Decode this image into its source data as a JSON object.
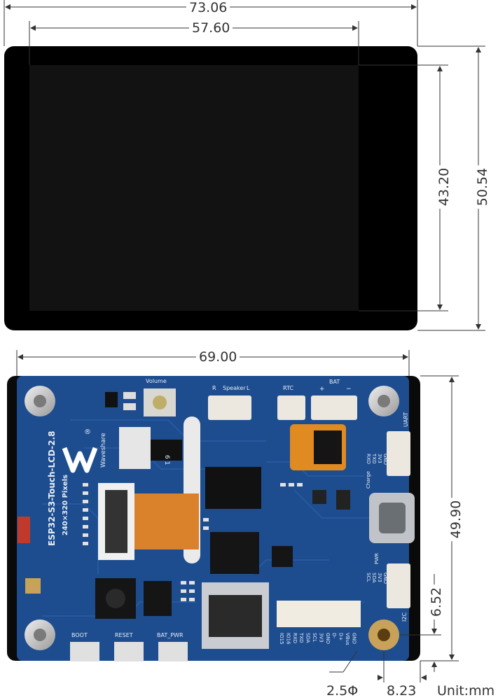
{
  "dimensions": {
    "overall_width_top": "73.06",
    "active_width": "57.60",
    "active_height": "43.20",
    "overall_height_top": "50.54",
    "board_width": "69.00",
    "board_height": "49.90",
    "hole_offset_vertical": "6.52",
    "hole_diameter": "2.5Φ",
    "hole_offset_horizontal": "8.23",
    "unit": "Unit:mm"
  },
  "board": {
    "title": "ESP32-S3-Touch-LCD-2.8",
    "pixels": "240×320 Pixels",
    "brand": "Waveshare",
    "registered": "®",
    "labels": {
      "volume": "Volume",
      "speaker": "Speaker",
      "speaker_r": "R",
      "speaker_l": "L",
      "rtc": "RTC",
      "bat": "BAT",
      "bat_plus": "+",
      "bat_minus": "−",
      "uart": "UART",
      "uart_pins": [
        "RXD",
        "TXD",
        "3V3",
        "GND"
      ],
      "charge": "Charge",
      "pwr": "PWR",
      "i2c": "I2C",
      "i2c_pins": [
        "SCL",
        "SDA",
        "3V3",
        "GND"
      ],
      "boot": "BOOT",
      "reset": "RESET",
      "bat_pwr": "BAT_PWR",
      "fpc_pins": "6   1",
      "header_pins": [
        "IO15",
        "IO16",
        "RXD",
        "TXD",
        "SDA",
        "SCL",
        "3V3",
        "GND",
        "D-",
        "D+",
        "VBus",
        "GND"
      ]
    }
  },
  "colors": {
    "pcb": "#1d4d8f",
    "screen": "#111111",
    "bezel": "#000000",
    "dim_line": "#333333",
    "fpc": "#d9822b"
  }
}
